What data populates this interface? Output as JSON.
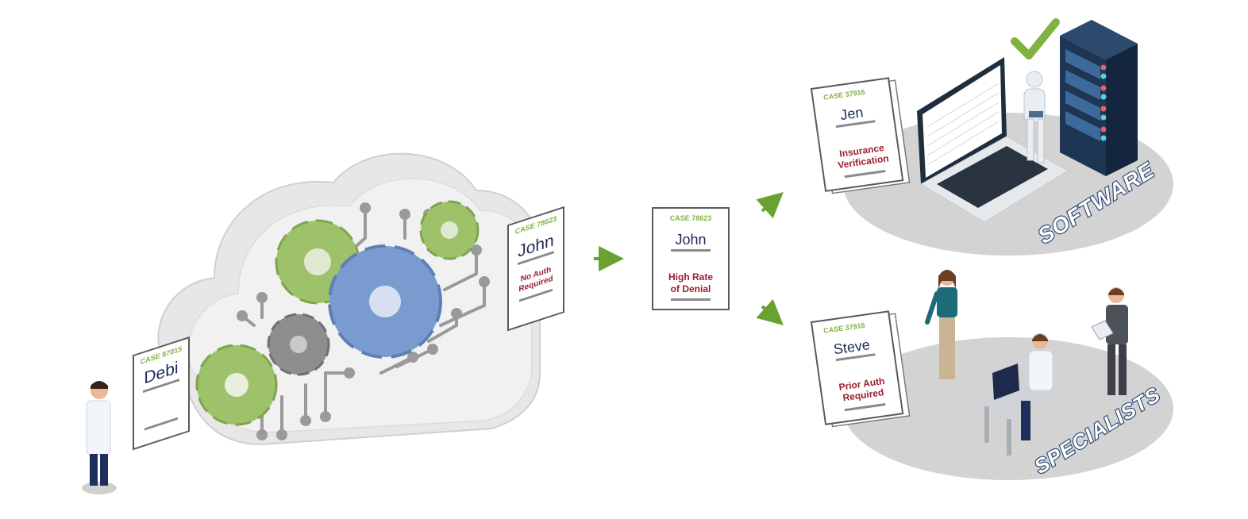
{
  "cards": {
    "debi": {
      "case": "CASE 87015",
      "name": "Debi",
      "note": ""
    },
    "john_cloud": {
      "case": "CASE 78623",
      "name": "John",
      "note_line1": "No Auth",
      "note_line2": "Required"
    },
    "john_center": {
      "case": "CASE 78623",
      "name": "John",
      "note_line1": "High Rate",
      "note_line2": "of Denial"
    },
    "jen": {
      "case": "CASE 37916",
      "name": "Jen",
      "note_line1": "Insurance",
      "note_line2": "Verification"
    },
    "steve": {
      "case": "CASE 37916",
      "name": "Steve",
      "note_line1": "Prior Auth",
      "note_line2": "Required"
    }
  },
  "platforms": {
    "software": {
      "label": "SOFTWARE"
    },
    "specialists": {
      "label": "SPECIALISTS"
    }
  },
  "colors": {
    "arrow": "#6aa232",
    "case": "#7fb241",
    "name": "#1d2a5a",
    "note": "#9b1e2e",
    "gear_green": "#9ec26a",
    "gear_gray": "#8e8e8e",
    "gear_blue": "#7a9bd0",
    "platform": "#d3d3d3"
  }
}
